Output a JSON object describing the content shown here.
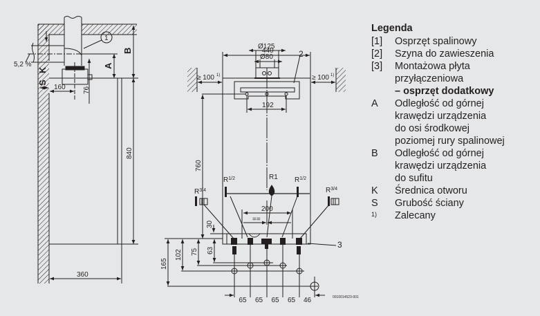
{
  "legend": {
    "title": "Legenda",
    "items": [
      {
        "key": "[1]",
        "lines": [
          "Osprzęt spalinowy"
        ]
      },
      {
        "key": "[2]",
        "lines": [
          "Szyna do zawieszenia"
        ]
      },
      {
        "key": "[3]",
        "lines": [
          "Montażowa płyta",
          "przyłączeniowa"
        ],
        "bold_line": "– osprzęt dodatkowy"
      },
      {
        "key": "A",
        "lines": [
          "Odległość od górnej",
          "krawędzi urządzenia",
          "do osi środkowej",
          "poziomej rury spalinowej"
        ]
      },
      {
        "key": "B",
        "lines": [
          "Odległość od górnej",
          "krawędzi urządzenia",
          "do sufitu"
        ]
      },
      {
        "key": "K",
        "lines": [
          "Średnica otworu"
        ]
      },
      {
        "key": "S",
        "lines": [
          "Grubość ściany"
        ]
      },
      {
        "key": "1)",
        "lines": [
          "Zalecany"
        ]
      }
    ]
  },
  "side_view": {
    "callout_1": "1",
    "slope": "5,2 %",
    "label_A": "A",
    "label_B": "B",
    "label_K": "K",
    "label_S": "S",
    "dim_160": "160",
    "dim_76": "76",
    "dim_840": "840",
    "dim_360": "360"
  },
  "front_view": {
    "dim_440": "440",
    "dim_d125": "Ø125",
    "dim_d80": "Ø80",
    "callout_2": "2",
    "clearance_left": "≥ 100",
    "clearance_right": "≥ 100",
    "footnote_mark": "1)",
    "dim_192": "192",
    "dim_760": "760",
    "conn_r34_left": "R",
    "conn_r34_right": "R",
    "frac_34": "3/4",
    "conn_r12_left": "R",
    "conn_r12_right": "R",
    "frac_12": "1/2",
    "conn_r1": "R1",
    "dim_200": "200",
    "equal_mark": "==",
    "dim_30": "30",
    "callout_3": "3",
    "dim_165": "165",
    "dim_102": "102",
    "dim_75": "75",
    "dim_63": "63",
    "bottom_spacings": [
      "65",
      "65",
      "65",
      "65",
      "46"
    ]
  },
  "document_id": "0010014523-001"
}
